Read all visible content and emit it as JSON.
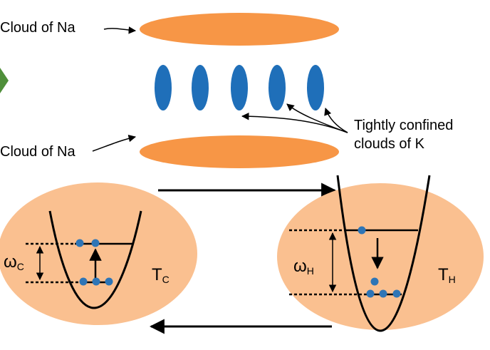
{
  "labels": {
    "na_top": "Cloud of Na",
    "na_bottom": "Cloud of Na",
    "k_clouds": "Tightly confined\nclouds of K"
  },
  "cold_trap": {
    "symbol": "ω",
    "symbol_sub": "C",
    "temp": "T",
    "temp_sub": "C"
  },
  "hot_trap": {
    "symbol": "ω",
    "symbol_sub": "H",
    "temp": "T",
    "temp_sub": "H"
  },
  "colors": {
    "na_cloud": "#f79646",
    "k_cloud": "#1f6fb9",
    "bath_fill": "#fac090",
    "atom": "#2e75b6",
    "arrow_marker": "#4f8f3a"
  }
}
